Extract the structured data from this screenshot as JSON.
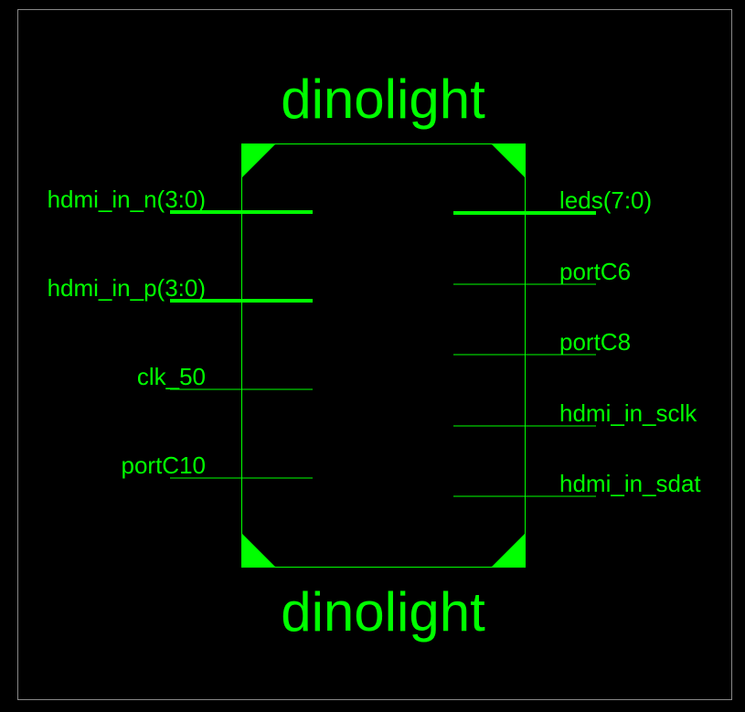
{
  "diagram": {
    "title_top": "dinolight",
    "title_bottom": "dinolight",
    "colors": {
      "background": "#000000",
      "frame": "#888888",
      "symbol": "#00ff00"
    },
    "left_pins": [
      {
        "label": "hdmi_in_n(3:0)",
        "bus": true
      },
      {
        "label": "hdmi_in_p(3:0)",
        "bus": true
      },
      {
        "label": "clk_50",
        "bus": false
      },
      {
        "label": "portC10",
        "bus": false
      }
    ],
    "right_pins": [
      {
        "label": "leds(7:0)",
        "bus": true
      },
      {
        "label": "portC6",
        "bus": false
      },
      {
        "label": "portC8",
        "bus": false
      },
      {
        "label": "hdmi_in_sclk",
        "bus": false
      },
      {
        "label": "hdmi_in_sdat",
        "bus": false
      }
    ]
  }
}
